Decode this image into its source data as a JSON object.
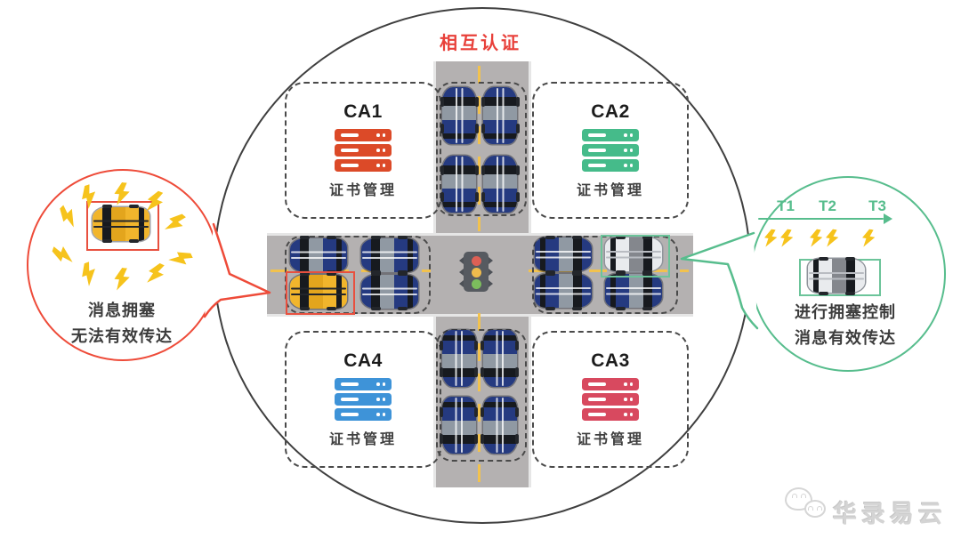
{
  "diagram": {
    "title": "相互认证",
    "title_color": "#e8403a",
    "ca_nodes": [
      {
        "label": "CA1",
        "sublabel": "证书管理",
        "color": "#dc4a28"
      },
      {
        "label": "CA2",
        "sublabel": "证书管理",
        "color": "#45bb8a"
      },
      {
        "label": "CA3",
        "sublabel": "证书管理",
        "color": "#d8495f"
      },
      {
        "label": "CA4",
        "sublabel": "证书管理",
        "color": "#3e93d8"
      }
    ],
    "left_callout": {
      "text_line1": "消息拥塞",
      "text_line2": "无法有效传达",
      "accent_color": "#ee4b39",
      "box_color": "#e8503f"
    },
    "right_callout": {
      "time_labels": [
        "T1",
        "T2",
        "T3"
      ],
      "text_line1": "进行拥塞控制",
      "text_line2": "消息有效传达",
      "accent_color": "#57bd8d",
      "box_color": "#6cc49a"
    },
    "watermark": "华录易云",
    "colors": {
      "road": "#b4b1b1",
      "lane_line": "#f2c24e",
      "dashed_border": "#4a4a4a",
      "outer_circle": "#3f3f3f",
      "lightning": "#f6c31c",
      "car_blue": "#253a80",
      "car_yellow": "#f1b52c",
      "car_white": "#e9ebee",
      "traffic_light_red": "#dd6055",
      "traffic_light_yellow": "#eebb4d",
      "traffic_light_green": "#7cbd5d"
    }
  }
}
